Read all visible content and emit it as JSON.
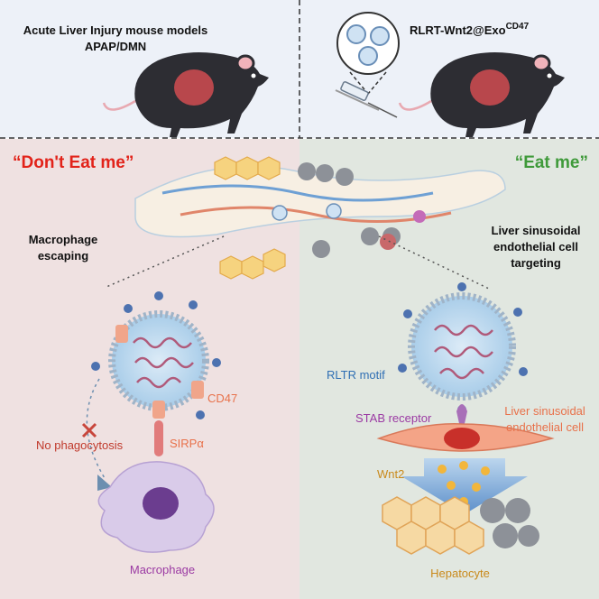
{
  "top_left": {
    "title_line1": "Acute Liver Injury mouse models",
    "title_line2": "APAP/DMN"
  },
  "top_right": {
    "formula_main": "RLRT-Wnt2@Exo",
    "formula_sup": "CD47"
  },
  "left_panel": {
    "heading": "“Don't Eat me”",
    "label_escape_line1": "Macrophage",
    "label_escape_line2": "escaping",
    "label_cd47": "CD47",
    "label_sirpa": "SIRPα",
    "label_no_phago": "No phagocytosis",
    "label_macrophage": "Macrophage"
  },
  "right_panel": {
    "heading": "“Eat me”",
    "label_target_line1": "Liver sinusoidal",
    "label_target_line2": "endothelial cell",
    "label_target_line3": "targeting",
    "label_rltr": "RLTR motif",
    "label_stab": "STAB receptor",
    "label_lsec_line1": "Liver sinusoidal",
    "label_lsec_line2": "endothelial cell",
    "label_wnt2": "Wnt2",
    "label_hepatocyte": "Hepatocyte"
  },
  "colors": {
    "left_bg": "#efe1e1",
    "right_bg": "#e1e7e0",
    "red_heading": "#e2231a",
    "green_heading": "#3f9a3a",
    "orange_label": "#e8714a",
    "blue_label": "#2f6fb4",
    "purple_label": "#9b3aa3",
    "gold_label": "#c98a1c"
  },
  "icons": [
    "mouse-icon",
    "syringe-icon",
    "exosome-icon",
    "macrophage-icon",
    "hepatocyte-icon",
    "endothelial-cell-icon",
    "cross-icon"
  ]
}
